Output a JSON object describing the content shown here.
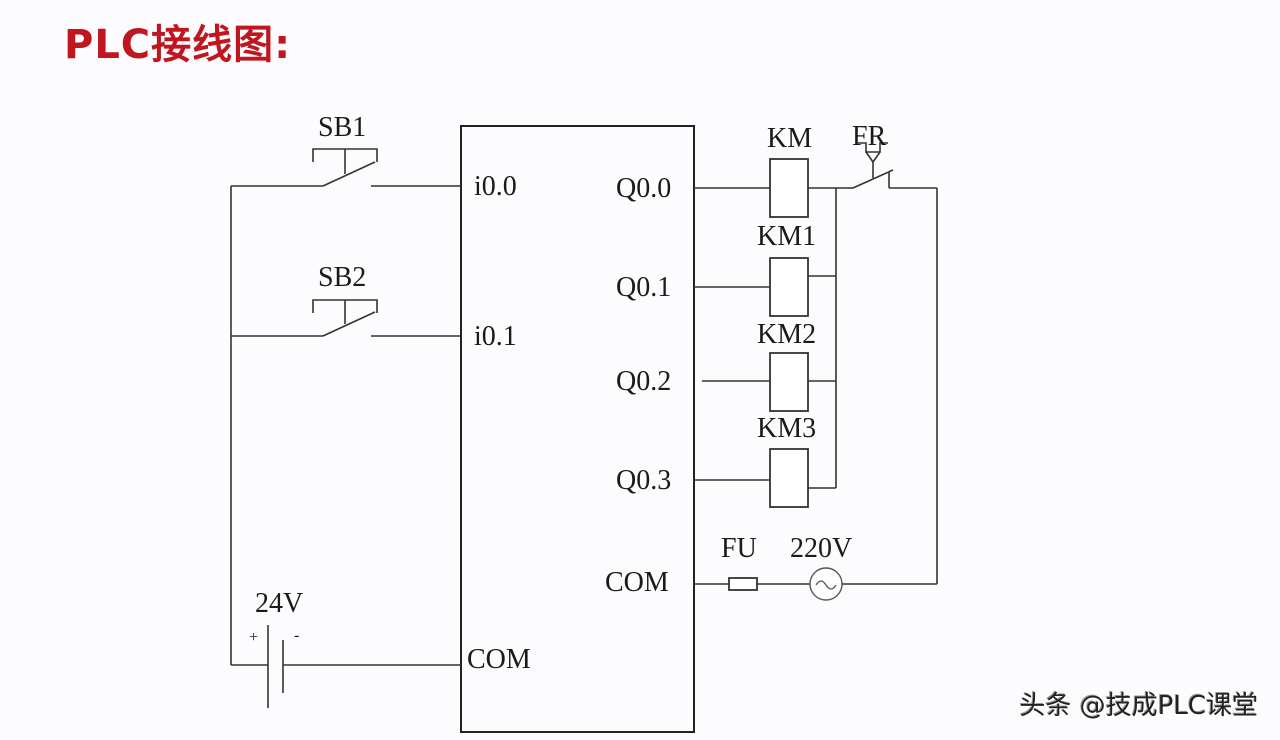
{
  "title": "PLC接线图:",
  "watermark": "头条 @技成PLC课堂",
  "colors": {
    "title": "#c0161f",
    "lines": "#333333",
    "background": "#fcfcfe"
  },
  "inputs": [
    {
      "switch": "SB1",
      "terminal": "i0.0",
      "type": "normally-open-pushbutton"
    },
    {
      "switch": "SB2",
      "terminal": "i0.1",
      "type": "normally-open-pushbutton"
    }
  ],
  "input_common": {
    "terminal": "COM",
    "supply": "24V",
    "plus": "+",
    "minus": "-"
  },
  "outputs": [
    {
      "terminal": "Q0.0",
      "coil": "KM"
    },
    {
      "terminal": "Q0.1",
      "coil": "KM1"
    },
    {
      "terminal": "Q0.2",
      "coil": "KM2"
    },
    {
      "terminal": "Q0.3",
      "coil": "KM3"
    }
  ],
  "overload": {
    "label": "FR",
    "type": "normally-closed-thermal-contact"
  },
  "output_common": {
    "terminal": "COM",
    "fuse": "FU",
    "supply": "220V",
    "supply_icon": "ac-source-icon"
  }
}
